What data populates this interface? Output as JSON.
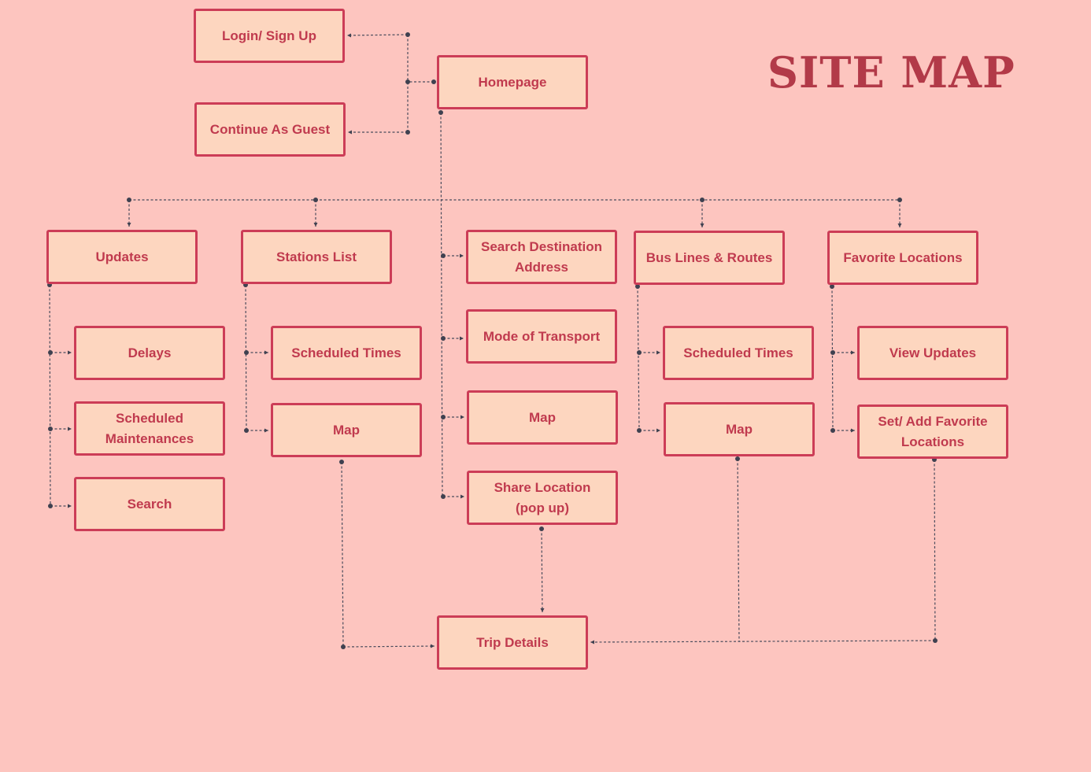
{
  "diagram": {
    "title": "SITE MAP",
    "colors": {
      "background": "#fdc5bf",
      "box_fill": "#fdd6bf",
      "box_border": "#cc3d57",
      "text": "#c03a4e",
      "title": "#b23a48",
      "connector": "#4a4c5c"
    },
    "nodes": {
      "login": "Login/ Sign Up",
      "guest": "Continue As Guest",
      "homepage": "Homepage",
      "updates": "Updates",
      "stations": "Stations List",
      "search_dest": "Search Destination\nAddress",
      "bus_lines": "Bus Lines & Routes",
      "favorites": "Favorite Locations",
      "delays": "Delays",
      "maintenances": "Scheduled\nMaintenances",
      "search": "Search",
      "stations_times": "Scheduled Times",
      "stations_map": "Map",
      "mode_transport": "Mode of Transport",
      "center_map": "Map",
      "share_location": "Share Location\n(pop up)",
      "bus_times": "Scheduled Times",
      "bus_map": "Map",
      "view_updates": "View Updates",
      "set_favorite": "Set/ Add Favorite\nLocations",
      "trip_details": "Trip Details"
    }
  }
}
